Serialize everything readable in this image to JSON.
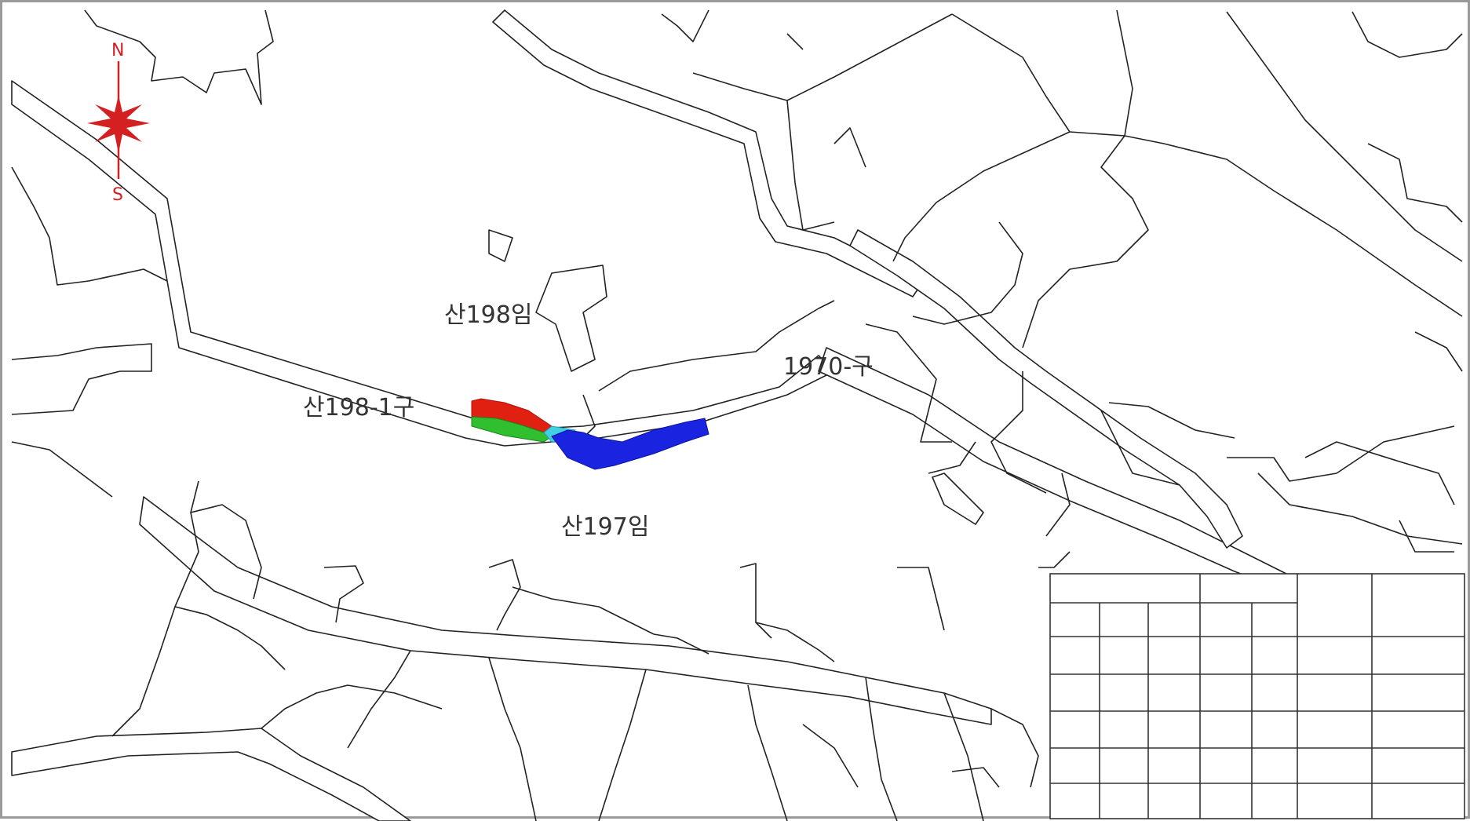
{
  "map": {
    "parcel_labels": [
      {
        "id": "san198",
        "text": "산198임"
      },
      {
        "id": "san198-1",
        "text": "산198-1구"
      },
      {
        "id": "1970",
        "text": "1970-구"
      },
      {
        "id": "san197",
        "text": "산197임"
      }
    ],
    "compass": {
      "north": "N",
      "south": "S",
      "color": "#d42020"
    },
    "highlight_colors": {
      "red": "#e02010",
      "green": "#2fbf2f",
      "cyan": "#40d0e0",
      "blue": "#1a24e0"
    }
  },
  "legend_table": {
    "header_row1": [
      "",
      "",
      "",
      "",
      "",
      ""
    ],
    "header_row2": [
      "",
      "",
      "",
      "",
      "",
      "",
      "",
      ""
    ],
    "rows": [
      [
        "",
        "",
        "",
        "",
        "",
        ""
      ],
      [
        "",
        "",
        "",
        "",
        "",
        ""
      ],
      [
        "",
        "",
        "",
        "",
        "",
        ""
      ],
      [
        "",
        "",
        "",
        "",
        "",
        ""
      ],
      [
        "",
        "",
        "",
        "",
        "",
        ""
      ]
    ]
  }
}
